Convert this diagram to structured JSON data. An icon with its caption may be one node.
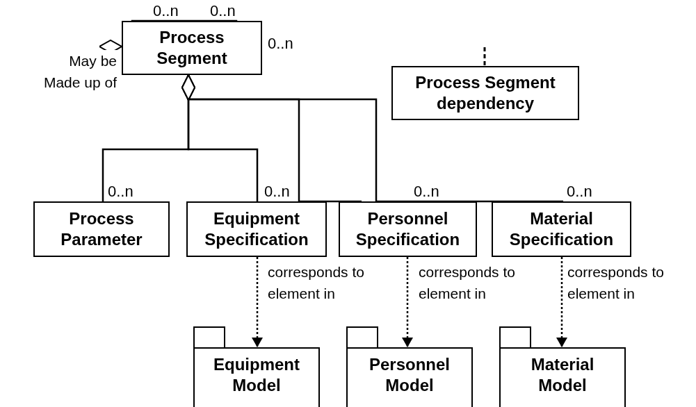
{
  "diagram": {
    "nodes": [
      {
        "text": [
          "Process Segment"
        ]
      },
      {
        "text": [
          "Process Segment dependency"
        ]
      },
      {
        "text": [
          "Process Parameter"
        ]
      },
      {
        "text": [
          "Equipment Specification"
        ]
      },
      {
        "text": [
          "Personnel Specification"
        ]
      },
      {
        "text": [
          "Material Specification"
        ]
      },
      {
        "text": [
          "Equipment Model"
        ]
      },
      {
        "text": [
          "Personnel Model"
        ]
      },
      {
        "text": [
          "Material Model"
        ]
      }
    ],
    "edges": [
      {
        "from": 0,
        "to": 0,
        "arrow": "other",
        "label": "May be Made up of"
      },
      {
        "from": null,
        "to": 1,
        "arrow": "none",
        "style": "dashed"
      },
      {
        "from": 0,
        "to": 2,
        "arrow": "other"
      },
      {
        "from": 0,
        "to": 3,
        "arrow": "other"
      },
      {
        "from": 0,
        "to": 4,
        "arrow": "other"
      },
      {
        "from": 0,
        "to": 5,
        "arrow": "other"
      },
      {
        "from": 3,
        "to": 6,
        "arrow": "to",
        "style": "dashed",
        "label": "corresponds to element in"
      },
      {
        "from": 4,
        "to": 7,
        "arrow": "to",
        "style": "dashed",
        "label": "corresponds to element in"
      },
      {
        "from": 5,
        "to": 8,
        "arrow": "to",
        "style": "dashed",
        "label": "corresponds to element in"
      }
    ],
    "labels": [
      "0..n",
      "0..n",
      "0..n",
      "0..n",
      "0..n",
      "0..n",
      "0..n"
    ]
  }
}
